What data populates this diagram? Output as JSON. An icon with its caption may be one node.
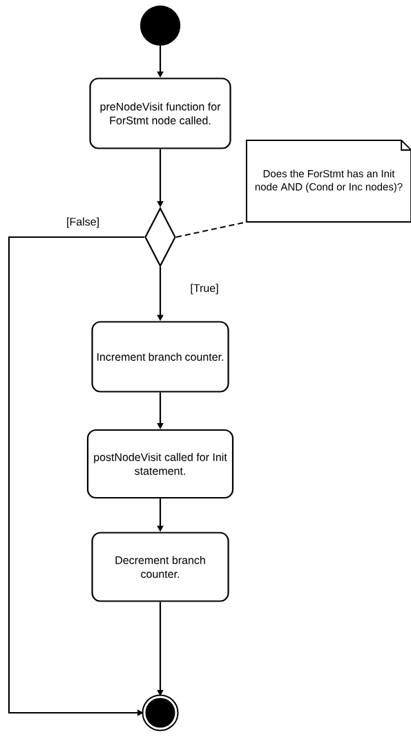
{
  "diagram": {
    "nodes": [
      {
        "text": [],
        "shape": "circle"
      },
      {
        "text": [
          "preNodeVisit function for ForStmt node called."
        ]
      },
      {
        "text": [],
        "shape": "diamond"
      },
      {
        "text": [
          "Does the ForStmt has an Init node AND (Cond or Inc nodes)?"
        ]
      },
      {
        "text": [
          "Increment branch counter."
        ]
      },
      {
        "text": [
          "postNodeVisit called for Init statement."
        ]
      },
      {
        "text": [
          "Decrement branch counter."
        ]
      },
      {
        "text": [],
        "shape": "circle"
      }
    ],
    "edges": [
      {
        "from": 0,
        "to": 1,
        "arrow": "to"
      },
      {
        "from": 1,
        "to": 2,
        "arrow": "to"
      },
      {
        "from": 2,
        "to": 7,
        "arrow": "to",
        "label": "[False]"
      },
      {
        "from": 2,
        "to": 3,
        "arrow": "none",
        "style": "dashed"
      },
      {
        "from": 2,
        "to": 4,
        "arrow": "to",
        "label": "[True]"
      },
      {
        "from": 4,
        "to": 5,
        "arrow": "to"
      },
      {
        "from": 5,
        "to": 6,
        "arrow": "to"
      },
      {
        "from": 6,
        "to": 7,
        "arrow": "to"
      }
    ]
  }
}
